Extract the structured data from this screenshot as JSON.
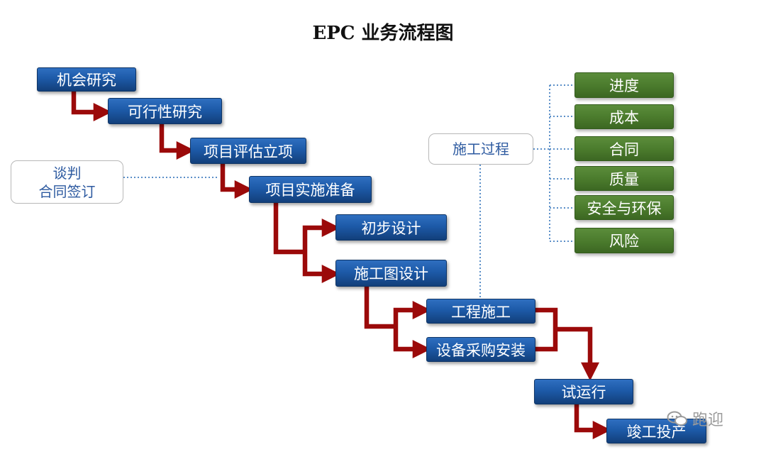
{
  "title": "EPC 业务流程图",
  "steps": {
    "opportunity": "机会研究",
    "feasibility": "可行性研究",
    "evaluation": "项目评估立项",
    "preparation": "项目实施准备",
    "preliminary_design": "初步设计",
    "construction_drawing": "施工图设计",
    "construction": "工程施工",
    "equipment": "设备采购安装",
    "trial_run": "试运行",
    "completion": "竣工投产"
  },
  "negotiation": [
    "谈判",
    "合同签订"
  ],
  "process_label": "施工过程",
  "process_items": [
    "进度",
    "成本",
    "合同",
    "质量",
    "安全与环保",
    "风险"
  ],
  "watermark": "跑迎",
  "colors": {
    "step_blue": "#1d5aa8",
    "item_green": "#4a7a2c",
    "arrow_red": "#9b0a0a",
    "dotted_link": "#5b8fc8"
  }
}
